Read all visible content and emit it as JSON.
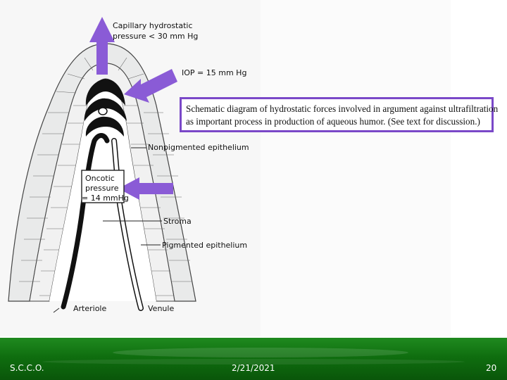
{
  "diagram": {
    "labels": {
      "capillary_pressure_1": "Capillary hydrostatic",
      "capillary_pressure_2": "pressure < 30 mm Hg",
      "iop": "IOP = 15 mm Hg",
      "nonpigmented": "Nonpigmented epithelium",
      "oncotic_1": "Oncotic",
      "oncotic_2": "pressure",
      "oncotic_3": "= 14 mmHg",
      "stroma": "Stroma",
      "pigmented": "Pigmented epithelium",
      "arteriole": "Arteriole",
      "venule": "Venule"
    },
    "caption_line1": "Schematic diagram of hydrostatic forces involved in argument against ultrafiltration",
    "caption_line2": "as important process in production of aqueous humor. (See text for discussion.)"
  },
  "footer": {
    "left": "S.C.C.O.",
    "center": "2/21/2021",
    "right": "20"
  },
  "colors": {
    "arrow": "#8a5bd6",
    "caption_border": "#7a48c8",
    "footer_green": "#137313"
  }
}
